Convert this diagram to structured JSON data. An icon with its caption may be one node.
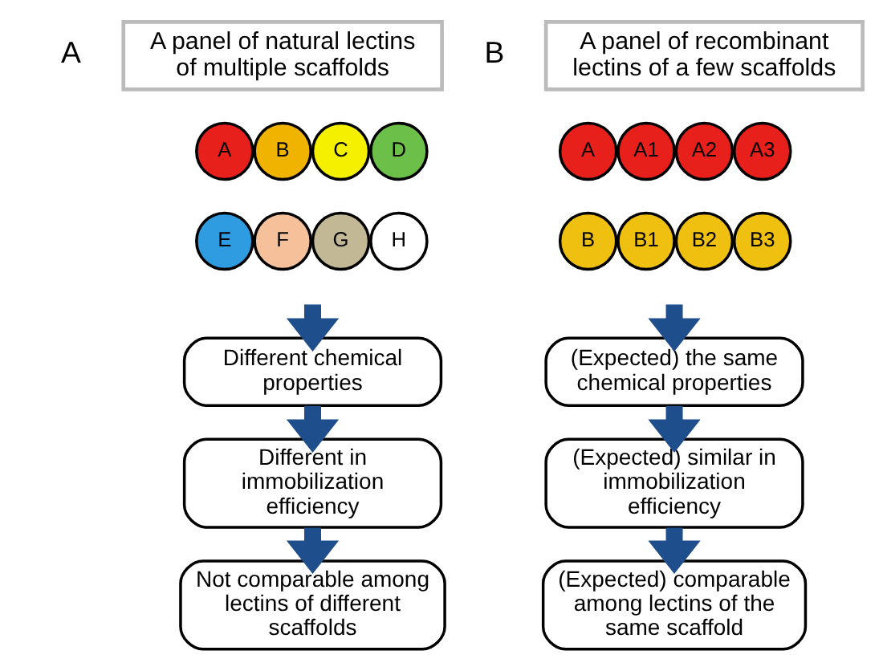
{
  "diagram": {
    "nodes": [
      {
        "text": [
          "A panel of natural lectins of multiple scaffolds"
        ]
      },
      {
        "text": [
          "A"
        ]
      },
      {
        "text": [
          "B"
        ]
      },
      {
        "text": [
          "C"
        ]
      },
      {
        "text": [
          "D"
        ]
      },
      {
        "text": [
          "E"
        ]
      },
      {
        "text": [
          "F"
        ]
      },
      {
        "text": [
          "G"
        ]
      },
      {
        "text": [
          "H"
        ]
      },
      {
        "text": [
          "Different chemical properties"
        ]
      },
      {
        "text": [
          "Different in immobilization efficiency"
        ]
      },
      {
        "text": [
          "Not comparable among lectins of different scaffolds"
        ]
      },
      {
        "text": [
          "A panel of recombinant lectins of a few scaffolds"
        ]
      },
      {
        "text": [
          "A"
        ]
      },
      {
        "text": [
          "A1"
        ]
      },
      {
        "text": [
          "A2"
        ]
      },
      {
        "text": [
          "A3"
        ]
      },
      {
        "text": [
          "B"
        ]
      },
      {
        "text": [
          "B1"
        ]
      },
      {
        "text": [
          "B2"
        ]
      },
      {
        "text": [
          "B3"
        ]
      },
      {
        "text": [
          "(Expected) the same chemical properties"
        ]
      },
      {
        "text": [
          "(Expected) similar in immobilization efficiency"
        ]
      },
      {
        "text": [
          "(Expected) comparable among lectins of the same scaffold"
        ]
      }
    ],
    "edges": [
      {
        "from": null,
        "to": 9,
        "arrow": "to"
      },
      {
        "from": 9,
        "to": 10,
        "arrow": "to"
      },
      {
        "from": 10,
        "to": 11,
        "arrow": "to"
      },
      {
        "from": null,
        "to": 21,
        "arrow": "to"
      },
      {
        "from": 21,
        "to": 22,
        "arrow": "to"
      },
      {
        "from": 22,
        "to": 23,
        "arrow": "to"
      }
    ],
    "labels": [
      "A",
      "B"
    ]
  }
}
